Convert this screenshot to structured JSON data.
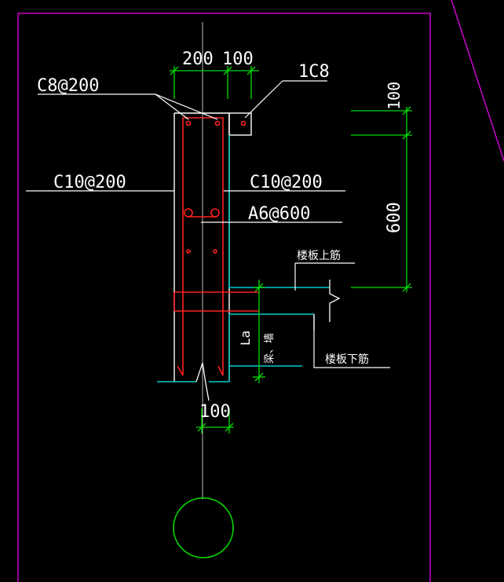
{
  "labels": {
    "dim_200": "200",
    "dim_100_top": "100",
    "rebar_c8": "C8@200",
    "rebar_1c8": "1C8",
    "rebar_c10_left": "C10@200",
    "rebar_c10_right": "C10@200",
    "rebar_a6": "A6@600",
    "dim_100_right": "100",
    "dim_600": "600",
    "slab_top_rebar": "楼板上筋",
    "slab_bottom_rebar": "楼板下筋",
    "la": "La",
    "beam_wall": "梁、墙",
    "dim_100_bottom": "100"
  },
  "colors": {
    "background": "#000000",
    "frame": "#cc00cc",
    "outline": "#ffffff",
    "rebar": "#ff2020",
    "dimension": "#00dd00",
    "slab": "#00cccc",
    "circle": "#00dd00"
  }
}
